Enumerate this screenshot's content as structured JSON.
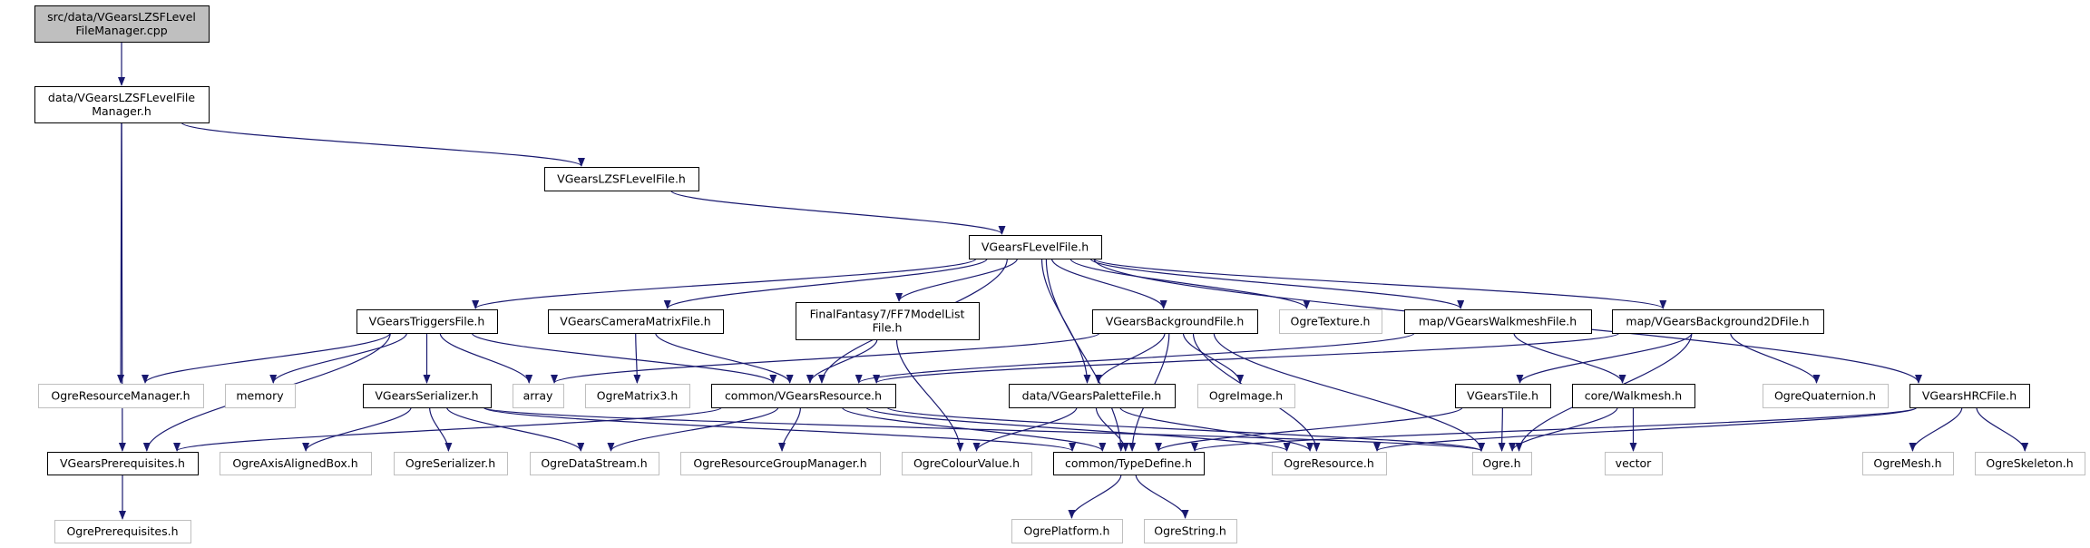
{
  "colors": {
    "edge": "#191970",
    "documented_border": "#000000",
    "external_border": "#bfbfbf",
    "root_fill": "#bfbfbf",
    "node_fill": "#ffffff"
  },
  "nodes": [
    {
      "name": "src/data/VGearsLZSFLevelFileManager.cpp",
      "lines": [
        "src/data/VGearsLZSFLevel",
        "FileManager.cpp"
      ],
      "kind": "root"
    },
    {
      "name": "data/VGearsLZSFLevelFileManager.h",
      "lines": [
        "data/VGearsLZSFLevelFile",
        "Manager.h"
      ],
      "kind": "documented"
    },
    {
      "name": "VGearsLZSFLevelFile.h",
      "lines": [
        "VGearsLZSFLevelFile.h"
      ],
      "kind": "documented"
    },
    {
      "name": "VGearsFLevelFile.h",
      "lines": [
        "VGearsFLevelFile.h"
      ],
      "kind": "documented"
    },
    {
      "name": "VGearsTriggersFile.h",
      "lines": [
        "VGearsTriggersFile.h"
      ],
      "kind": "documented"
    },
    {
      "name": "VGearsCameraMatrixFile.h",
      "lines": [
        "VGearsCameraMatrixFile.h"
      ],
      "kind": "documented"
    },
    {
      "name": "FinalFantasy7/FF7ModelListFile.h",
      "lines": [
        "FinalFantasy7/FF7ModelList",
        "File.h"
      ],
      "kind": "documented"
    },
    {
      "name": "VGearsBackgroundFile.h",
      "lines": [
        "VGearsBackgroundFile.h"
      ],
      "kind": "documented"
    },
    {
      "name": "OgreTexture.h",
      "lines": [
        "OgreTexture.h"
      ],
      "kind": "external"
    },
    {
      "name": "map/VGearsWalkmeshFile.h",
      "lines": [
        "map/VGearsWalkmeshFile.h"
      ],
      "kind": "documented"
    },
    {
      "name": "map/VGearsBackground2DFile.h",
      "lines": [
        "map/VGearsBackground2DFile.h"
      ],
      "kind": "documented"
    },
    {
      "name": "OgreResourceManager.h",
      "lines": [
        "OgreResourceManager.h"
      ],
      "kind": "external"
    },
    {
      "name": "memory",
      "lines": [
        "memory"
      ],
      "kind": "external"
    },
    {
      "name": "VGearsSerializer.h",
      "lines": [
        "VGearsSerializer.h"
      ],
      "kind": "documented"
    },
    {
      "name": "array",
      "lines": [
        "array"
      ],
      "kind": "external"
    },
    {
      "name": "OgreMatrix3.h",
      "lines": [
        "OgreMatrix3.h"
      ],
      "kind": "external"
    },
    {
      "name": "common/VGearsResource.h",
      "lines": [
        "common/VGearsResource.h"
      ],
      "kind": "documented"
    },
    {
      "name": "data/VGearsPaletteFile.h",
      "lines": [
        "data/VGearsPaletteFile.h"
      ],
      "kind": "documented"
    },
    {
      "name": "OgreImage.h",
      "lines": [
        "OgreImage.h"
      ],
      "kind": "external"
    },
    {
      "name": "VGearsTile.h",
      "lines": [
        "VGearsTile.h"
      ],
      "kind": "documented"
    },
    {
      "name": "core/Walkmesh.h",
      "lines": [
        "core/Walkmesh.h"
      ],
      "kind": "documented"
    },
    {
      "name": "OgreQuaternion.h",
      "lines": [
        "OgreQuaternion.h"
      ],
      "kind": "external"
    },
    {
      "name": "VGearsHRCFile.h",
      "lines": [
        "VGearsHRCFile.h"
      ],
      "kind": "documented"
    },
    {
      "name": "VGearsPrerequisites.h",
      "lines": [
        "VGearsPrerequisites.h"
      ],
      "kind": "documented"
    },
    {
      "name": "OgreAxisAlignedBox.h",
      "lines": [
        "OgreAxisAlignedBox.h"
      ],
      "kind": "external"
    },
    {
      "name": "OgreSerializer.h",
      "lines": [
        "OgreSerializer.h"
      ],
      "kind": "external"
    },
    {
      "name": "OgreDataStream.h",
      "lines": [
        "OgreDataStream.h"
      ],
      "kind": "external"
    },
    {
      "name": "OgreResourceGroupManager.h",
      "lines": [
        "OgreResourceGroupManager.h"
      ],
      "kind": "external"
    },
    {
      "name": "OgreColourValue.h",
      "lines": [
        "OgreColourValue.h"
      ],
      "kind": "external"
    },
    {
      "name": "common/TypeDefine.h",
      "lines": [
        "common/TypeDefine.h"
      ],
      "kind": "documented"
    },
    {
      "name": "OgreResource.h",
      "lines": [
        "OgreResource.h"
      ],
      "kind": "external"
    },
    {
      "name": "Ogre.h",
      "lines": [
        "Ogre.h"
      ],
      "kind": "external"
    },
    {
      "name": "vector",
      "lines": [
        "vector"
      ],
      "kind": "external"
    },
    {
      "name": "OgreMesh.h",
      "lines": [
        "OgreMesh.h"
      ],
      "kind": "external"
    },
    {
      "name": "OgreSkeleton.h",
      "lines": [
        "OgreSkeleton.h"
      ],
      "kind": "external"
    },
    {
      "name": "OgrePlatform.h",
      "lines": [
        "OgrePlatform.h"
      ],
      "kind": "external"
    },
    {
      "name": "OgreString.h",
      "lines": [
        "OgreString.h"
      ],
      "kind": "external"
    },
    {
      "name": "OgrePrerequisites.h",
      "lines": [
        "OgrePrerequisites.h"
      ],
      "kind": "external"
    }
  ],
  "edges": [
    [
      "src/data/VGearsLZSFLevelFileManager.cpp",
      "data/VGearsLZSFLevelFileManager.h"
    ],
    [
      "data/VGearsLZSFLevelFileManager.h",
      "VGearsLZSFLevelFile.h"
    ],
    [
      "data/VGearsLZSFLevelFileManager.h",
      "OgreResourceManager.h"
    ],
    [
      "data/VGearsLZSFLevelFileManager.h",
      "VGearsPrerequisites.h"
    ],
    [
      "VGearsLZSFLevelFile.h",
      "VGearsFLevelFile.h"
    ],
    [
      "VGearsFLevelFile.h",
      "VGearsTriggersFile.h"
    ],
    [
      "VGearsFLevelFile.h",
      "VGearsCameraMatrixFile.h"
    ],
    [
      "VGearsFLevelFile.h",
      "FinalFantasy7/FF7ModelListFile.h"
    ],
    [
      "VGearsFLevelFile.h",
      "common/VGearsResource.h"
    ],
    [
      "VGearsFLevelFile.h",
      "common/TypeDefine.h"
    ],
    [
      "VGearsFLevelFile.h",
      "data/VGearsPaletteFile.h"
    ],
    [
      "VGearsFLevelFile.h",
      "VGearsBackgroundFile.h"
    ],
    [
      "VGearsFLevelFile.h",
      "OgreTexture.h"
    ],
    [
      "VGearsFLevelFile.h",
      "map/VGearsWalkmeshFile.h"
    ],
    [
      "VGearsFLevelFile.h",
      "map/VGearsBackground2DFile.h"
    ],
    [
      "VGearsFLevelFile.h",
      "VGearsHRCFile.h"
    ],
    [
      "VGearsTriggersFile.h",
      "OgreResourceManager.h"
    ],
    [
      "VGearsTriggersFile.h",
      "memory"
    ],
    [
      "VGearsTriggersFile.h",
      "VGearsPrerequisites.h"
    ],
    [
      "VGearsTriggersFile.h",
      "VGearsSerializer.h"
    ],
    [
      "VGearsTriggersFile.h",
      "array"
    ],
    [
      "VGearsTriggersFile.h",
      "common/VGearsResource.h"
    ],
    [
      "VGearsCameraMatrixFile.h",
      "OgreMatrix3.h"
    ],
    [
      "VGearsCameraMatrixFile.h",
      "common/VGearsResource.h"
    ],
    [
      "VGearsSerializer.h",
      "OgreAxisAlignedBox.h"
    ],
    [
      "VGearsSerializer.h",
      "OgreSerializer.h"
    ],
    [
      "VGearsSerializer.h",
      "OgreDataStream.h"
    ],
    [
      "VGearsSerializer.h",
      "common/TypeDefine.h"
    ],
    [
      "VGearsSerializer.h",
      "Ogre.h"
    ],
    [
      "common/VGearsResource.h",
      "VGearsPrerequisites.h"
    ],
    [
      "common/VGearsResource.h",
      "OgreDataStream.h"
    ],
    [
      "common/VGearsResource.h",
      "OgreResourceGroupManager.h"
    ],
    [
      "common/VGearsResource.h",
      "common/TypeDefine.h"
    ],
    [
      "common/VGearsResource.h",
      "OgreResource.h"
    ],
    [
      "common/VGearsResource.h",
      "Ogre.h"
    ],
    [
      "FinalFantasy7/FF7ModelListFile.h",
      "common/VGearsResource.h"
    ],
    [
      "FinalFantasy7/FF7ModelListFile.h",
      "OgreColourValue.h"
    ],
    [
      "VGearsBackgroundFile.h",
      "array"
    ],
    [
      "VGearsBackgroundFile.h",
      "data/VGearsPaletteFile.h"
    ],
    [
      "VGearsBackgroundFile.h",
      "OgreImage.h"
    ],
    [
      "VGearsBackgroundFile.h",
      "common/TypeDefine.h"
    ],
    [
      "VGearsBackgroundFile.h",
      "OgreResource.h"
    ],
    [
      "VGearsBackgroundFile.h",
      "Ogre.h"
    ],
    [
      "map/VGearsWalkmeshFile.h",
      "common/VGearsResource.h"
    ],
    [
      "map/VGearsWalkmeshFile.h",
      "core/Walkmesh.h"
    ],
    [
      "map/VGearsBackground2DFile.h",
      "common/VGearsResource.h"
    ],
    [
      "map/VGearsBackground2DFile.h",
      "VGearsTile.h"
    ],
    [
      "map/VGearsBackground2DFile.h",
      "Ogre.h"
    ],
    [
      "map/VGearsBackground2DFile.h",
      "OgreQuaternion.h"
    ],
    [
      "data/VGearsPaletteFile.h",
      "OgreColourValue.h"
    ],
    [
      "data/VGearsPaletteFile.h",
      "common/TypeDefine.h"
    ],
    [
      "data/VGearsPaletteFile.h",
      "OgreResource.h"
    ],
    [
      "VGearsTile.h",
      "common/TypeDefine.h"
    ],
    [
      "VGearsTile.h",
      "Ogre.h"
    ],
    [
      "core/Walkmesh.h",
      "Ogre.h"
    ],
    [
      "core/Walkmesh.h",
      "vector"
    ],
    [
      "VGearsHRCFile.h",
      "common/TypeDefine.h"
    ],
    [
      "VGearsHRCFile.h",
      "OgreResource.h"
    ],
    [
      "VGearsHRCFile.h",
      "OgreMesh.h"
    ],
    [
      "VGearsHRCFile.h",
      "OgreSkeleton.h"
    ],
    [
      "common/TypeDefine.h",
      "OgrePlatform.h"
    ],
    [
      "common/TypeDefine.h",
      "OgreString.h"
    ],
    [
      "VGearsPrerequisites.h",
      "OgrePrerequisites.h"
    ]
  ]
}
